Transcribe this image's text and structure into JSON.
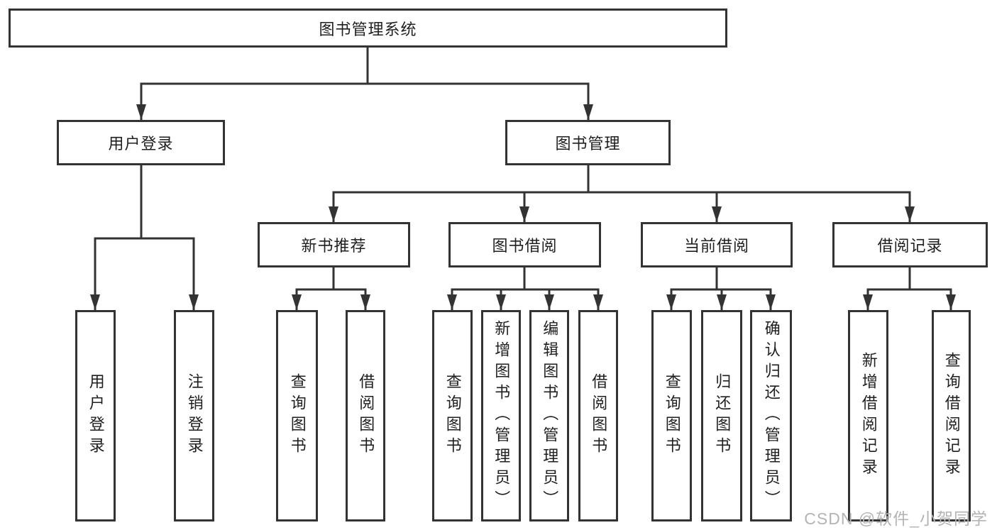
{
  "diagram_type": "hierarchy-tree",
  "colors": {
    "line": "#333333",
    "box_border": "#333333",
    "text": "#1f1f1f",
    "watermark": "#b4b4b4",
    "background": "#ffffff"
  },
  "tree": {
    "root": {
      "label": "图书管理系统",
      "children": [
        {
          "label": "用户登录",
          "children": [
            {
              "label": "用户登录"
            },
            {
              "label": "注销登录"
            }
          ]
        },
        {
          "label": "图书管理",
          "children": [
            {
              "label": "新书推荐",
              "children": [
                {
                  "label": "查询图书"
                },
                {
                  "label": "借阅图书"
                }
              ]
            },
            {
              "label": "图书借阅",
              "children": [
                {
                  "label": "查询图书"
                },
                {
                  "label": "新增图书（管理员）"
                },
                {
                  "label": "编辑图书（管理员）"
                },
                {
                  "label": "借阅图书"
                }
              ]
            },
            {
              "label": "当前借阅",
              "children": [
                {
                  "label": "查询图书"
                },
                {
                  "label": "归还图书"
                },
                {
                  "label": "确认归还（管理员）"
                }
              ]
            },
            {
              "label": "借阅记录",
              "children": [
                {
                  "label": "新增借阅记录"
                },
                {
                  "label": "查询借阅记录"
                }
              ]
            }
          ]
        }
      ]
    }
  },
  "watermark": {
    "text": "CSDN @软件_小贺同学"
  }
}
